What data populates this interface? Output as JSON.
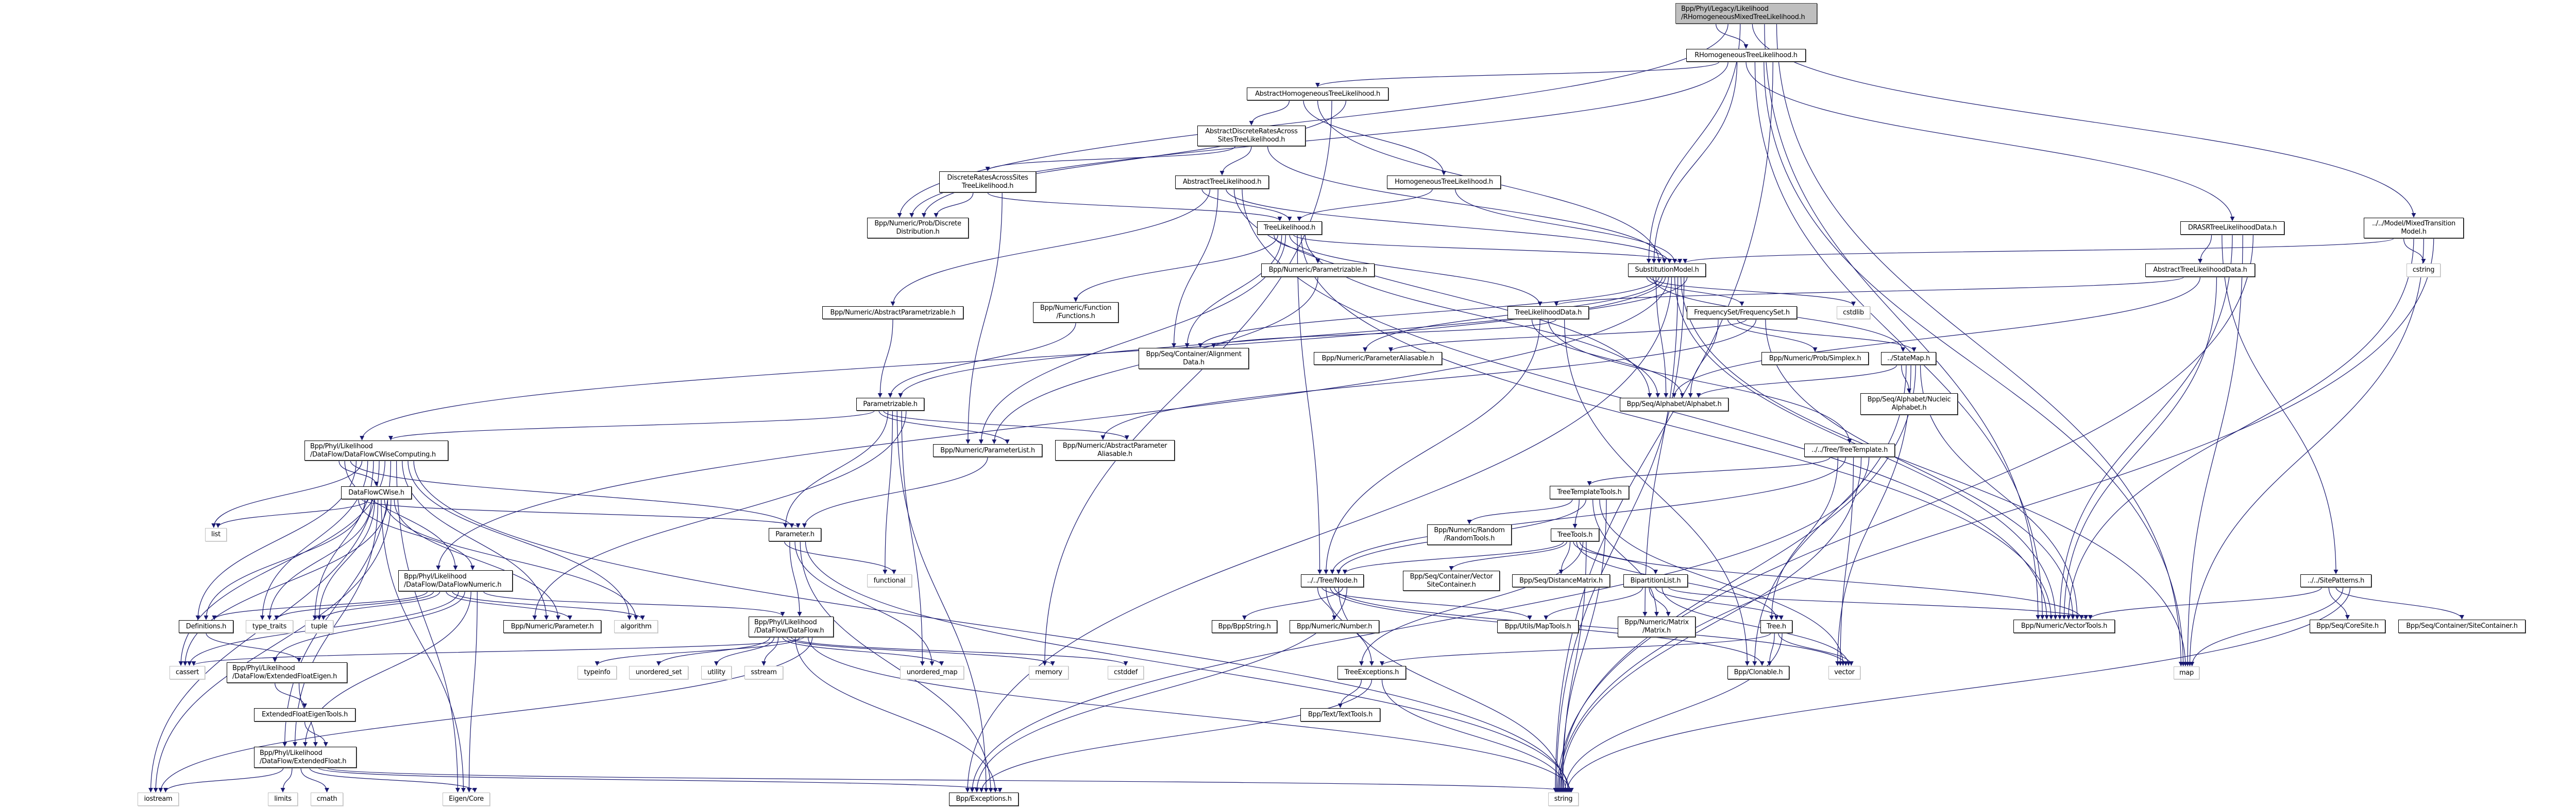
{
  "colors": {
    "edge": "#191970",
    "root_fill": "#bfbfbf",
    "node_border": "#000000",
    "system_border": "#bfbfbf"
  },
  "nodes": [
    {
      "label": "Bpp/Phyl/Legacy/Likelihood\n/RHomogeneousMixedTreeLikelihood.h",
      "root": true
    },
    {
      "label": "RHomogeneousTreeLikelihood.h"
    },
    {
      "label": "AbstractHomogeneousTreeLikelihood.h"
    },
    {
      "label": "AbstractDiscreteRatesAcross\nSitesTreeLikelihood.h"
    },
    {
      "label": "DiscreteRatesAcrossSites\nTreeLikelihood.h"
    },
    {
      "label": "AbstractTreeLikelihood.h"
    },
    {
      "label": "HomogeneousTreeLikelihood.h"
    },
    {
      "label": "TreeLikelihood.h"
    },
    {
      "label": "Bpp/Numeric/Prob/Discrete\nDistribution.h"
    },
    {
      "label": "DRASRTreeLikelihoodData.h"
    },
    {
      "label": "../../Model/MixedTransition\nModel.h"
    },
    {
      "label": "Bpp/Numeric/AbstractParametrizable.h"
    },
    {
      "label": "Bpp/Numeric/Function\n/Functions.h"
    },
    {
      "label": "Bpp/Numeric/Parametrizable.h"
    },
    {
      "label": "SubstitutionModel.h"
    },
    {
      "label": "AbstractTreeLikelihoodData.h"
    },
    {
      "label": "cstring",
      "system": true
    },
    {
      "label": "TreeLikelihoodData.h"
    },
    {
      "label": "FrequencySet/FrequencySet.h"
    },
    {
      "label": "cstdlib",
      "system": true
    },
    {
      "label": "Bpp/Seq/Container/Alignment\nData.h"
    },
    {
      "label": "Bpp/Numeric/ParameterAliasable.h"
    },
    {
      "label": "Bpp/Numeric/Prob/Simplex.h"
    },
    {
      "label": "../StateMap.h"
    },
    {
      "label": "Bpp/Seq/Alphabet/Alphabet.h"
    },
    {
      "label": "Bpp/Seq/Alphabet/Nucleic\nAlphabet.h"
    },
    {
      "label": "Parametrizable.h"
    },
    {
      "label": "Bpp/Phyl/Likelihood\n/DataFlow/DataFlowCWiseComputing.h"
    },
    {
      "label": "Bpp/Numeric/ParameterList.h"
    },
    {
      "label": "Bpp/Numeric/AbstractParameter\nAliasable.h"
    },
    {
      "label": "../../Tree/TreeTemplate.h"
    },
    {
      "label": "TreeTemplateTools.h"
    },
    {
      "label": "DataFlowCWise.h"
    },
    {
      "label": "list",
      "system": true
    },
    {
      "label": "Parameter.h"
    },
    {
      "label": "Bpp/Numeric/Random\n/RandomTools.h"
    },
    {
      "label": "TreeTools.h"
    },
    {
      "label": "functional",
      "system": true
    },
    {
      "label": "Bpp/Phyl/Likelihood\n/DataFlow/DataFlowNumeric.h"
    },
    {
      "label": "../../Tree/Node.h"
    },
    {
      "label": "Bpp/Seq/Container/Vector\nSiteContainer.h"
    },
    {
      "label": "Bpp/Seq/DistanceMatrix.h"
    },
    {
      "label": "BipartitionList.h"
    },
    {
      "label": "../../SitePatterns.h"
    },
    {
      "label": "Definitions.h"
    },
    {
      "label": "type_traits",
      "system": true
    },
    {
      "label": "tuple",
      "system": true
    },
    {
      "label": "Bpp/Numeric/Parameter.h"
    },
    {
      "label": "algorithm",
      "system": true
    },
    {
      "label": "Bpp/Phyl/Likelihood\n/DataFlow/DataFlow.h"
    },
    {
      "label": "Bpp/BppString.h"
    },
    {
      "label": "Bpp/Numeric/Number.h"
    },
    {
      "label": "Bpp/Utils/MapTools.h"
    },
    {
      "label": "Bpp/Numeric/Matrix\n/Matrix.h"
    },
    {
      "label": "Tree.h"
    },
    {
      "label": "Bpp/Numeric/VectorTools.h"
    },
    {
      "label": "Bpp/Seq/CoreSite.h"
    },
    {
      "label": "Bpp/Seq/Container/SiteContainer.h"
    },
    {
      "label": "cassert",
      "system": true
    },
    {
      "label": "Bpp/Phyl/Likelihood\n/DataFlow/ExtendedFloatEigen.h"
    },
    {
      "label": "typeinfo",
      "system": true
    },
    {
      "label": "unordered_set",
      "system": true
    },
    {
      "label": "utility",
      "system": true
    },
    {
      "label": "sstream",
      "system": true
    },
    {
      "label": "unordered_map",
      "system": true
    },
    {
      "label": "memory",
      "system": true
    },
    {
      "label": "cstddef",
      "system": true
    },
    {
      "label": "TreeExceptions.h"
    },
    {
      "label": "Bpp/Clonable.h"
    },
    {
      "label": "vector",
      "system": true
    },
    {
      "label": "map",
      "system": true
    },
    {
      "label": "ExtendedFloatEigenTools.h"
    },
    {
      "label": "Bpp/Text/TextTools.h"
    },
    {
      "label": "Bpp/Phyl/Likelihood\n/DataFlow/ExtendedFloat.h"
    },
    {
      "label": "iostream",
      "system": true
    },
    {
      "label": "limits",
      "system": true
    },
    {
      "label": "cmath",
      "system": true
    },
    {
      "label": "Eigen/Core",
      "system": true
    },
    {
      "label": "Bpp/Exceptions.h"
    },
    {
      "label": "string",
      "system": true
    }
  ],
  "edges": [
    [
      0,
      1
    ],
    [
      0,
      8
    ],
    [
      0,
      14
    ],
    [
      0,
      10
    ],
    [
      0,
      55
    ],
    [
      0,
      70
    ],
    [
      1,
      2
    ],
    [
      1,
      8
    ],
    [
      1,
      14
    ],
    [
      1,
      9
    ],
    [
      1,
      55
    ],
    [
      1,
      70
    ],
    [
      1,
      79
    ],
    [
      2,
      3
    ],
    [
      2,
      6
    ],
    [
      2,
      14
    ],
    [
      2,
      65
    ],
    [
      2,
      8
    ],
    [
      3,
      4
    ],
    [
      3,
      5
    ],
    [
      3,
      14
    ],
    [
      4,
      8
    ],
    [
      4,
      7
    ],
    [
      4,
      28
    ],
    [
      5,
      7
    ],
    [
      5,
      11
    ],
    [
      5,
      20
    ],
    [
      5,
      14
    ],
    [
      5,
      24
    ],
    [
      5,
      55
    ],
    [
      6,
      7
    ],
    [
      6,
      14
    ],
    [
      7,
      13
    ],
    [
      7,
      12
    ],
    [
      7,
      20
    ],
    [
      7,
      28
    ],
    [
      7,
      17
    ],
    [
      7,
      14
    ],
    [
      7,
      39
    ],
    [
      7,
      55
    ],
    [
      7,
      24
    ],
    [
      11,
      26
    ],
    [
      12,
      26
    ],
    [
      13,
      28
    ],
    [
      14,
      18
    ],
    [
      14,
      19
    ],
    [
      14,
      23
    ],
    [
      14,
      24
    ],
    [
      14,
      20
    ],
    [
      14,
      21
    ],
    [
      14,
      27
    ],
    [
      14,
      38
    ],
    [
      14,
      78
    ],
    [
      14,
      55
    ],
    [
      14,
      53
    ],
    [
      14,
      70
    ],
    [
      14,
      79
    ],
    [
      14,
      26
    ],
    [
      9,
      15
    ],
    [
      9,
      43
    ],
    [
      9,
      55
    ],
    [
      9,
      70
    ],
    [
      9,
      79
    ],
    [
      15,
      17
    ],
    [
      15,
      24
    ],
    [
      15,
      55
    ],
    [
      10,
      14
    ],
    [
      10,
      16
    ],
    [
      10,
      55
    ],
    [
      10,
      70
    ],
    [
      10,
      79
    ],
    [
      17,
      24
    ],
    [
      17,
      39
    ],
    [
      17,
      30
    ],
    [
      17,
      20
    ],
    [
      17,
      68
    ],
    [
      18,
      24
    ],
    [
      18,
      22
    ],
    [
      18,
      23
    ],
    [
      18,
      21
    ],
    [
      18,
      29
    ],
    [
      18,
      55
    ],
    [
      23,
      24
    ],
    [
      23,
      25
    ],
    [
      23,
      68
    ],
    [
      23,
      69
    ],
    [
      23,
      79
    ],
    [
      23,
      55
    ],
    [
      30,
      31
    ],
    [
      30,
      54
    ],
    [
      30,
      39
    ],
    [
      30,
      69
    ],
    [
      30,
      79
    ],
    [
      30,
      78
    ],
    [
      31,
      35
    ],
    [
      31,
      36
    ],
    [
      31,
      39
    ],
    [
      31,
      53
    ],
    [
      31,
      69
    ],
    [
      31,
      79
    ],
    [
      36,
      39
    ],
    [
      36,
      40
    ],
    [
      36,
      41
    ],
    [
      36,
      42
    ],
    [
      36,
      54
    ],
    [
      36,
      55
    ],
    [
      36,
      67
    ],
    [
      36,
      79
    ],
    [
      39,
      51
    ],
    [
      39,
      52
    ],
    [
      39,
      67
    ],
    [
      39,
      68
    ],
    [
      39,
      69
    ],
    [
      39,
      79
    ],
    [
      39,
      50
    ],
    [
      39,
      78
    ],
    [
      42,
      52
    ],
    [
      42,
      53
    ],
    [
      42,
      54
    ],
    [
      42,
      69
    ],
    [
      42,
      55
    ],
    [
      54,
      67
    ],
    [
      54,
      68
    ],
    [
      54,
      69
    ],
    [
      54,
      79
    ],
    [
      67,
      72
    ],
    [
      67,
      78
    ],
    [
      67,
      79
    ],
    [
      43,
      55
    ],
    [
      43,
      56
    ],
    [
      43,
      57
    ],
    [
      43,
      70
    ],
    [
      43,
      79
    ],
    [
      26,
      27
    ],
    [
      26,
      28
    ],
    [
      26,
      29
    ],
    [
      26,
      34
    ],
    [
      26,
      37
    ],
    [
      26,
      78
    ],
    [
      26,
      64
    ],
    [
      26,
      47
    ],
    [
      27,
      32
    ],
    [
      27,
      38
    ],
    [
      27,
      34
    ],
    [
      27,
      44
    ],
    [
      27,
      33
    ],
    [
      27,
      45
    ],
    [
      27,
      46
    ],
    [
      27,
      74
    ],
    [
      27,
      58
    ],
    [
      27,
      73
    ],
    [
      27,
      77
    ],
    [
      27,
      47
    ],
    [
      27,
      48
    ],
    [
      27,
      79
    ],
    [
      32,
      38
    ],
    [
      32,
      34
    ],
    [
      32,
      44
    ],
    [
      32,
      33
    ],
    [
      32,
      45
    ],
    [
      32,
      46
    ],
    [
      32,
      73
    ],
    [
      32,
      77
    ],
    [
      32,
      48
    ],
    [
      32,
      58
    ],
    [
      32,
      74
    ],
    [
      32,
      47
    ],
    [
      38,
      44
    ],
    [
      38,
      45
    ],
    [
      38,
      46
    ],
    [
      38,
      47
    ],
    [
      38,
      48
    ],
    [
      38,
      58
    ],
    [
      38,
      59
    ],
    [
      38,
      73
    ],
    [
      38,
      77
    ],
    [
      38,
      49
    ],
    [
      34,
      37
    ],
    [
      34,
      49
    ],
    [
      34,
      64
    ],
    [
      34,
      78
    ],
    [
      34,
      79
    ],
    [
      49,
      61
    ],
    [
      49,
      62
    ],
    [
      49,
      63
    ],
    [
      49,
      64
    ],
    [
      49,
      65
    ],
    [
      49,
      66
    ],
    [
      49,
      78
    ],
    [
      49,
      60
    ],
    [
      49,
      58
    ],
    [
      49,
      79
    ],
    [
      49,
      74
    ],
    [
      44,
      59
    ],
    [
      59,
      71
    ],
    [
      59,
      73
    ],
    [
      71,
      73
    ],
    [
      73,
      74
    ],
    [
      73,
      75
    ],
    [
      73,
      76
    ],
    [
      73,
      77
    ],
    [
      73,
      78
    ],
    [
      73,
      79
    ],
    [
      28,
      34
    ]
  ]
}
